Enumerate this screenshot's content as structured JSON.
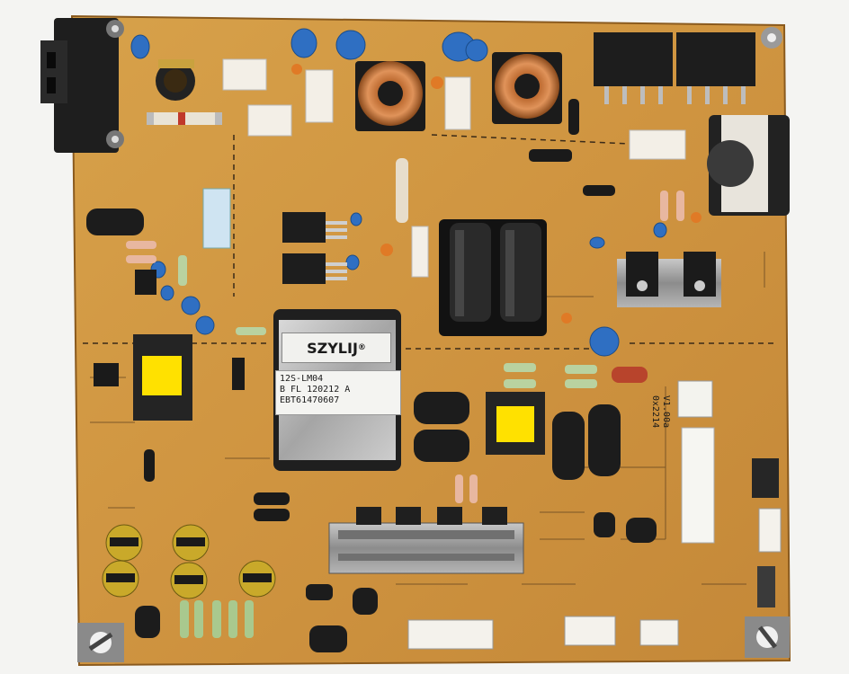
{
  "photo": {
    "brand_label": "SZYLIJ",
    "registered_mark": "®",
    "sticker_lines": [
      "12S-LM04",
      "B FL 120212 A",
      "EBT61470607"
    ],
    "version_lines": [
      "V1.00a",
      "0x2214"
    ]
  }
}
